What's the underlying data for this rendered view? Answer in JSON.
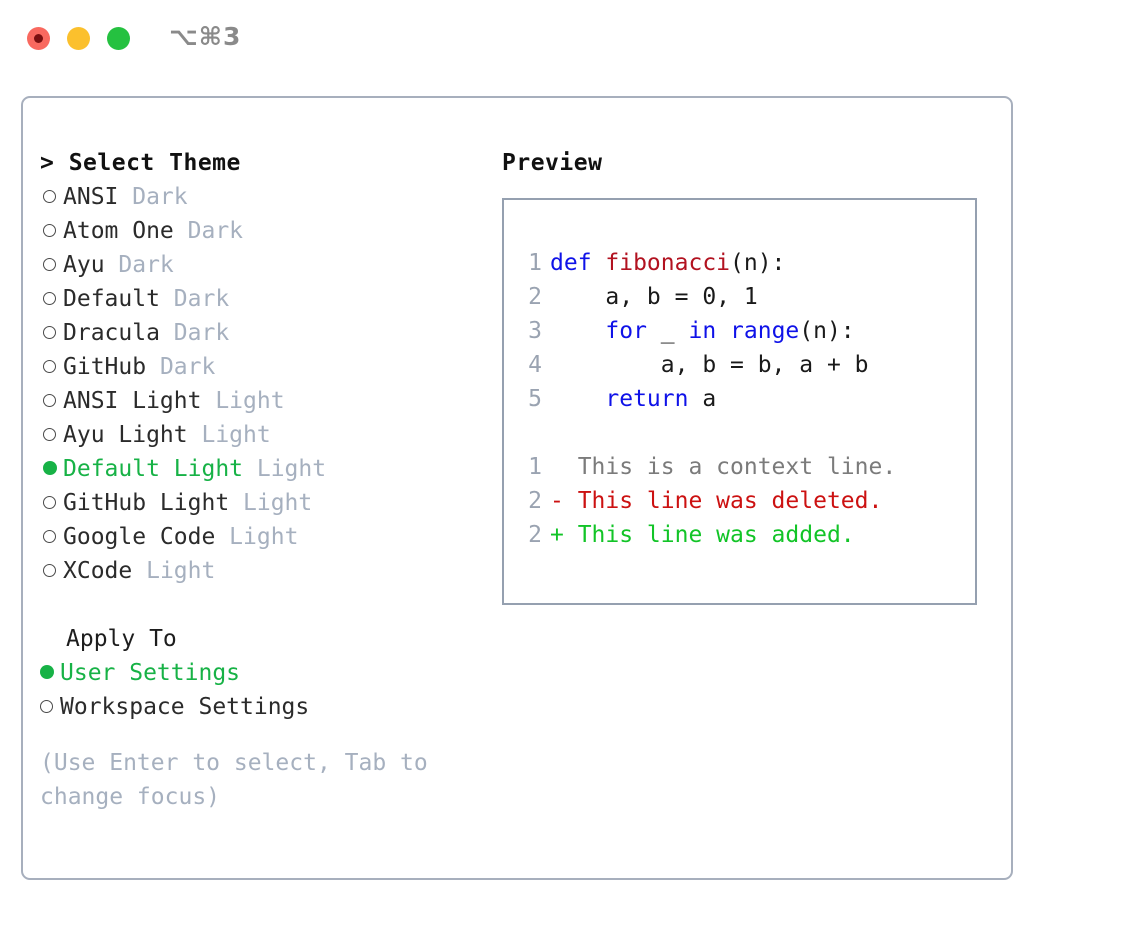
{
  "window": {
    "traffic_lights": [
      "close",
      "minimize",
      "maximize"
    ],
    "title_shortcut": "⌥⌘3"
  },
  "theme_panel": {
    "header": "> Select Theme",
    "items": [
      {
        "name": "ANSI",
        "kind": "Dark",
        "selected": false
      },
      {
        "name": "Atom One",
        "kind": "Dark",
        "selected": false
      },
      {
        "name": "Ayu",
        "kind": "Dark",
        "selected": false
      },
      {
        "name": "Default",
        "kind": "Dark",
        "selected": false
      },
      {
        "name": "Dracula",
        "kind": "Dark",
        "selected": false
      },
      {
        "name": "GitHub",
        "kind": "Dark",
        "selected": false
      },
      {
        "name": "ANSI Light",
        "kind": "Light",
        "selected": false
      },
      {
        "name": "Ayu Light",
        "kind": "Light",
        "selected": false
      },
      {
        "name": "Default Light",
        "kind": "Light",
        "selected": true
      },
      {
        "name": "GitHub Light",
        "kind": "Light",
        "selected": false
      },
      {
        "name": "Google Code",
        "kind": "Light",
        "selected": false
      },
      {
        "name": "XCode",
        "kind": "Light",
        "selected": false
      }
    ]
  },
  "apply_to": {
    "label": "Apply To",
    "options": [
      {
        "name": "User Settings",
        "selected": true
      },
      {
        "name": "Workspace Settings",
        "selected": false
      }
    ]
  },
  "hint": "(Use Enter to select, Tab to change focus)",
  "preview": {
    "title": "Preview",
    "code_lines": [
      {
        "num": "1",
        "tokens": [
          {
            "text": "def ",
            "style": "kw"
          },
          {
            "text": "fibonacci",
            "style": "fn"
          },
          {
            "text": "(n):",
            "style": "plain"
          }
        ]
      },
      {
        "num": "2",
        "tokens": [
          {
            "text": "    a, b = 0, 1",
            "style": "plain"
          }
        ]
      },
      {
        "num": "3",
        "tokens": [
          {
            "text": "    ",
            "style": "plain"
          },
          {
            "text": "for",
            "style": "kw"
          },
          {
            "text": " _ ",
            "style": "plain"
          },
          {
            "text": "in range",
            "style": "kw"
          },
          {
            "text": "(n):",
            "style": "plain"
          }
        ]
      },
      {
        "num": "4",
        "tokens": [
          {
            "text": "        a, b = b, a + b",
            "style": "plain"
          }
        ]
      },
      {
        "num": "5",
        "tokens": [
          {
            "text": "    ",
            "style": "plain"
          },
          {
            "text": "return",
            "style": "kw"
          },
          {
            "text": " a",
            "style": "plain"
          }
        ]
      }
    ],
    "diff_lines": [
      {
        "num": "1",
        "text": "  This is a context line.",
        "style": "ctx"
      },
      {
        "num": "2",
        "text": "- This line was deleted.",
        "style": "del"
      },
      {
        "num": "2",
        "text": "+ This line was added.",
        "style": "add"
      }
    ]
  },
  "colors": {
    "accent_green": "#17b246",
    "muted": "#a6b0bf",
    "border": "#a7afbd",
    "preview_border": "#95a0b0",
    "keyword_blue": "#0f12e8",
    "function_red": "#b21220",
    "diff_added": "#12c427",
    "diff_deleted": "#cc1111",
    "traffic_red": "#f9695f",
    "traffic_yellow": "#fbc02d",
    "traffic_green": "#25c140"
  }
}
